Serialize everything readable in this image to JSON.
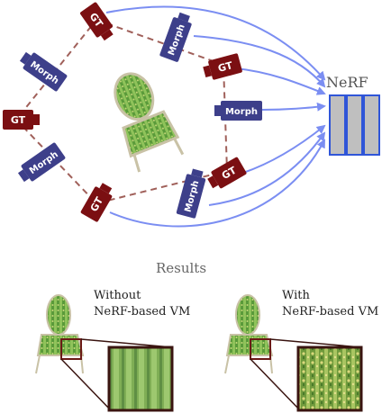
{
  "diagram": {
    "gt_label": "GT",
    "morph_label": "Morph",
    "nerf_label": "NeRF",
    "results_title": "Results",
    "without_line1": "Without",
    "without_line2": "NeRF-based VM",
    "with_line1": "With",
    "with_line2": "NeRF-based VM"
  },
  "colors": {
    "gt": "#7b0f12",
    "morph": "#3d3f8a",
    "arrow": "#7b8ef2",
    "dashed": "#a0605a",
    "nerf_fill": "#bfbfbf",
    "nerf_border": "#2f55d8"
  },
  "icons": [
    "camera-icon",
    "chair-image",
    "zoom-inset"
  ]
}
